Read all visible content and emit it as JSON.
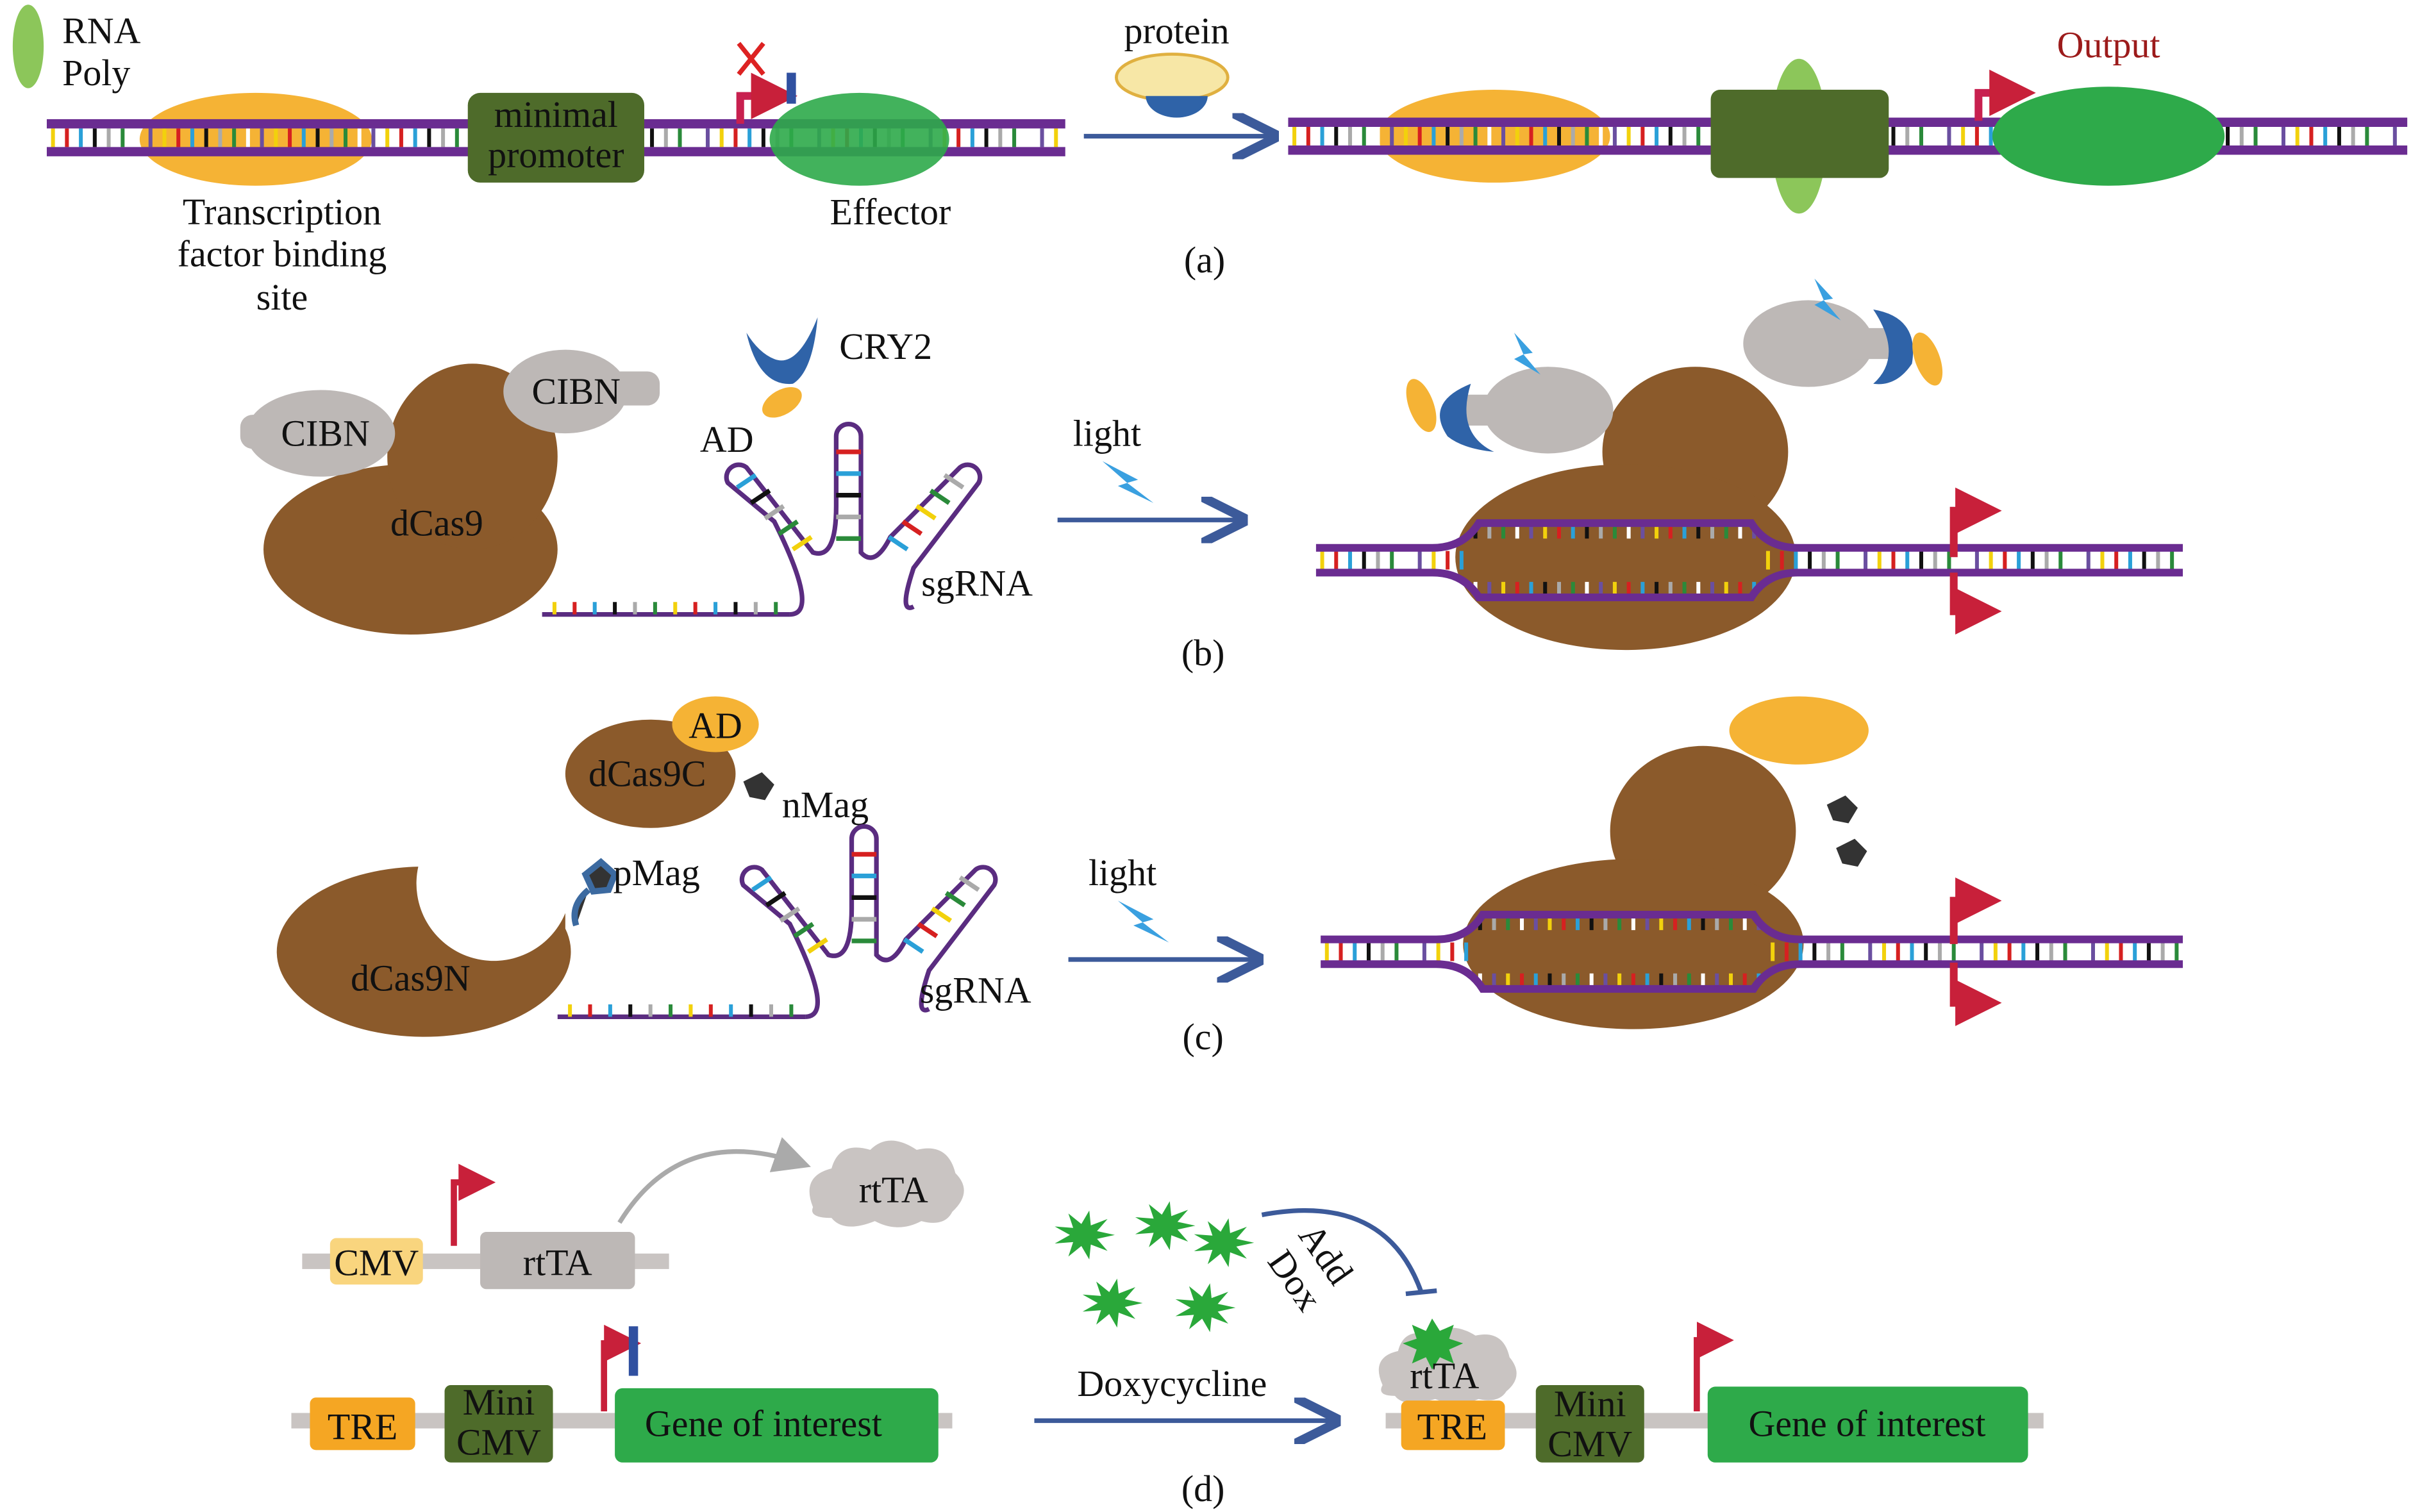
{
  "panel_a": {
    "legend": [
      "RNA",
      "Poly"
    ],
    "tf_site": [
      "Transcription",
      "factor binding",
      "site"
    ],
    "promoter": [
      "minimal",
      "promoter"
    ],
    "effector": "Effector",
    "protein": "protein",
    "output": "Output",
    "label": "(a)"
  },
  "panel_b": {
    "cibn": "CIBN",
    "dcas9": "dCas9",
    "cry2": "CRY2",
    "ad": "AD",
    "sgrna": "sgRNA",
    "light": "light",
    "label": "(b)"
  },
  "panel_c": {
    "ad": "AD",
    "dcas9c": "dCas9C",
    "nmag": "nMag",
    "pmag": "pMag",
    "dcas9n": "dCas9N",
    "sgrna": "sgRNA",
    "light": "light",
    "label": "(c)"
  },
  "panel_d": {
    "cmv": "CMV",
    "rtta": "rtTA",
    "tre": "TRE",
    "mini_cmv": [
      "Mini",
      "CMV"
    ],
    "gene": "Gene of interest",
    "add_dox": [
      "Add",
      "Dox"
    ],
    "doxycycline": "Doxycycline",
    "label": "(d)"
  },
  "colors": {
    "dna_backbone": "#6a2c91",
    "tf_orange": "#f5b335",
    "promoter_green": "#4e6b2a",
    "effector_green": "#2eaa4a",
    "rna_poly_green": "#8cc65a",
    "dcas9_brown": "#8b5a2b",
    "cibn_gray": "#bdb8b6",
    "cry2_blue": "#2f63a8",
    "arrow_red": "#c8203a",
    "output_red": "#9c1b1b",
    "arrow_blue": "#3c5a9a",
    "dox_green": "#2aa83a"
  }
}
